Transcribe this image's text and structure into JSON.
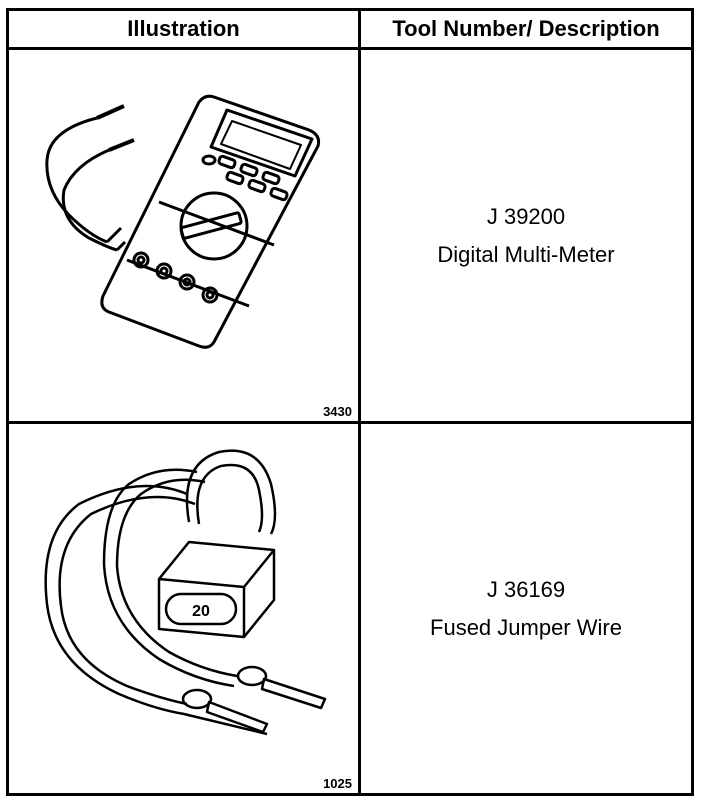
{
  "header": {
    "illustration": "Illustration",
    "tool": "Tool Number/ Description"
  },
  "rows": [
    {
      "figure_number": "3430",
      "tool_number": "J 39200",
      "description": "Digital Multi-Meter",
      "icon": "digital-multimeter-icon"
    },
    {
      "figure_number": "1025",
      "tool_number": "J 36169",
      "description": "Fused Jumper Wire",
      "icon": "fused-jumper-wire-icon",
      "fuse_label": "20"
    }
  ]
}
